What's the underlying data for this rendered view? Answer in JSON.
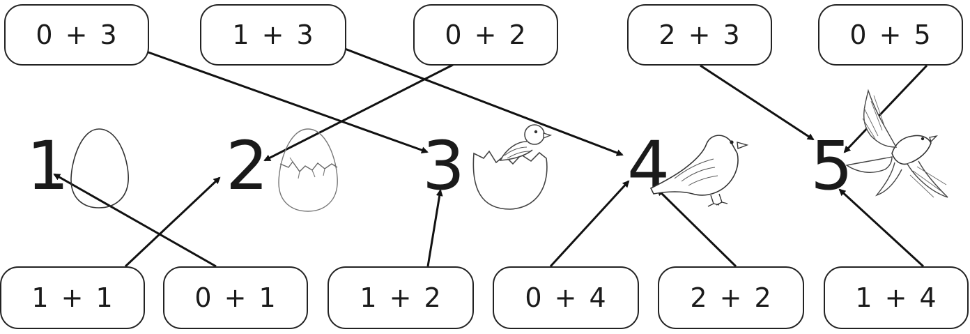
{
  "top_boxes": [
    {
      "label": "0 + 3"
    },
    {
      "label": "1 + 3"
    },
    {
      "label": "0 + 2"
    },
    {
      "label": "2 + 3"
    },
    {
      "label": "0 + 5"
    }
  ],
  "bottom_boxes": [
    {
      "label": "1 + 1"
    },
    {
      "label": "0 + 1"
    },
    {
      "label": "1 + 2"
    },
    {
      "label": "0 + 4"
    },
    {
      "label": "2 + 2"
    },
    {
      "label": "1 + 4"
    }
  ],
  "numbers": [
    "1",
    "2",
    "3",
    "4",
    "5"
  ],
  "pictures": [
    "egg-icon",
    "cracked-egg-icon",
    "hatching-chick-icon",
    "bird-icon",
    "flying-bird-icon"
  ],
  "arrow_color": "#111111"
}
